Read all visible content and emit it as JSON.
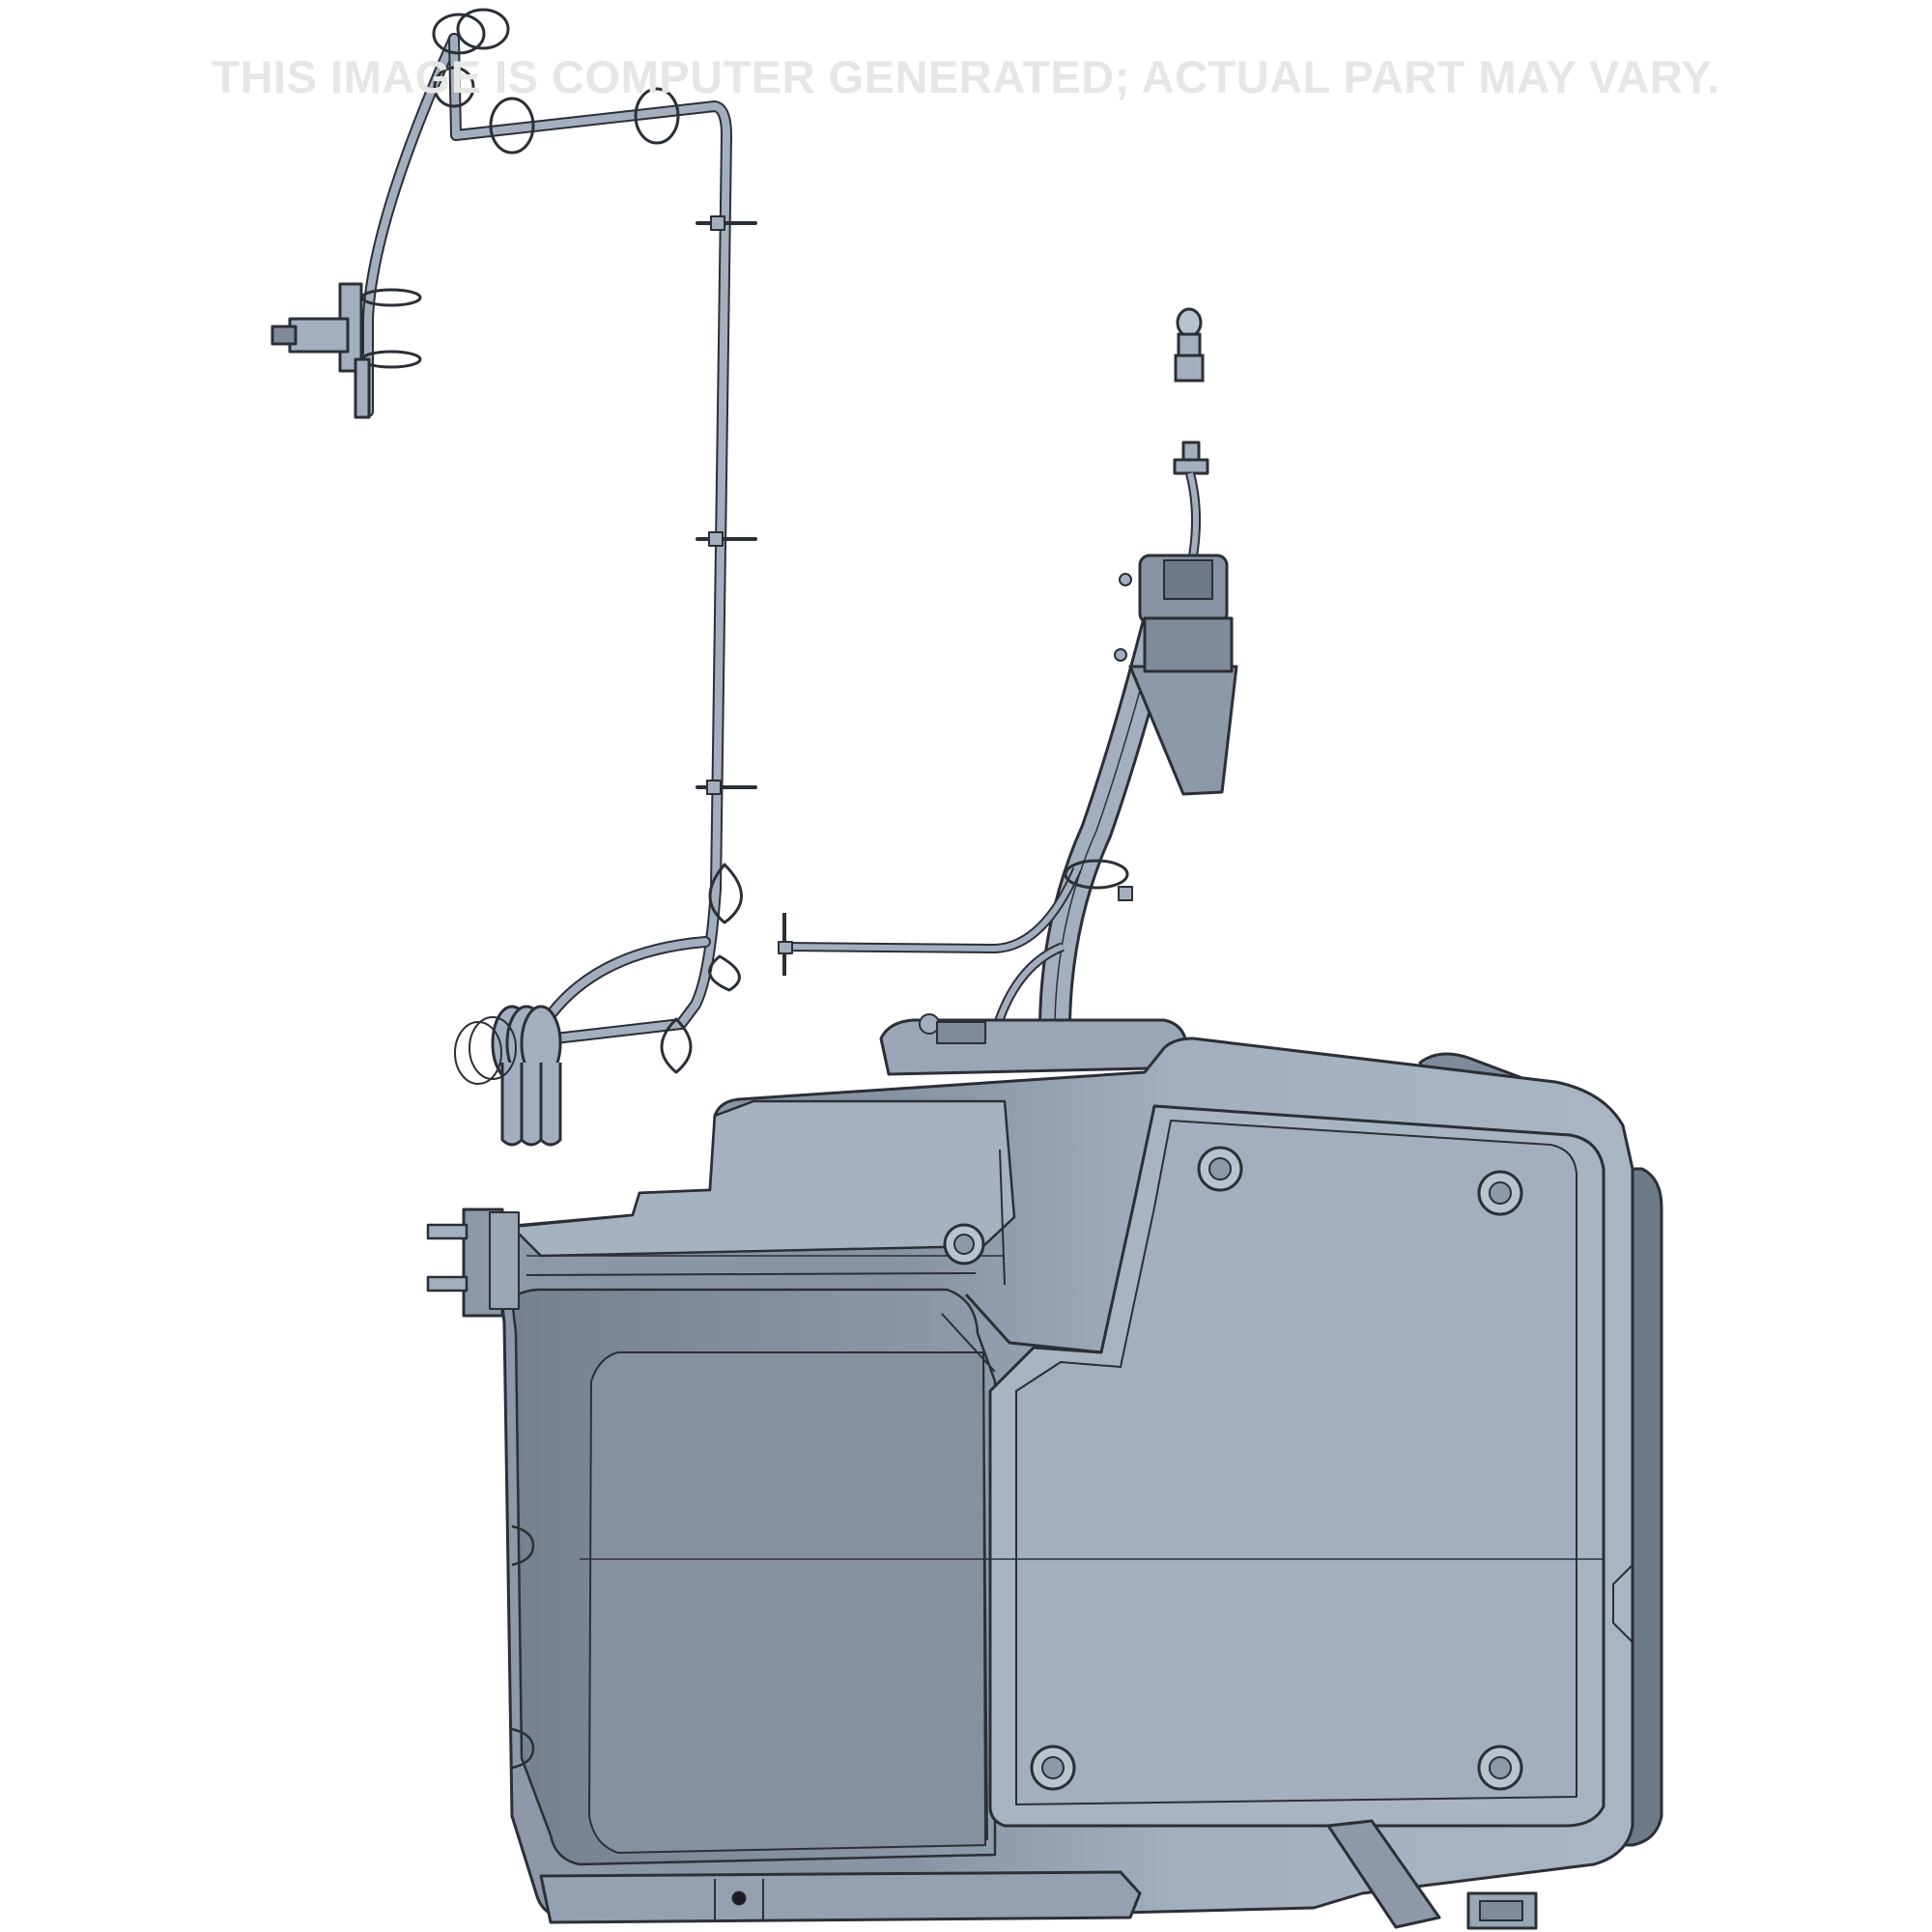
{
  "watermark": {
    "text": "THIS IMAGE IS COMPUTER GENERATED; ACTUAL PART MAY VARY."
  },
  "colors": {
    "background": "#ffffff",
    "part_fill": "#a3afbf",
    "part_fill_dark": "#7f8a9a",
    "part_fill_light": "#b9c3d0",
    "outline": "#2b2f36",
    "watermark": "#e6e6e6"
  },
  "parts": {
    "fuel_tank": "fuel-tank",
    "filler_neck": "filler-neck",
    "breather_line": "breather-line",
    "hose_coil": "hose-coil",
    "fuel_cap": "fuel-cap"
  }
}
